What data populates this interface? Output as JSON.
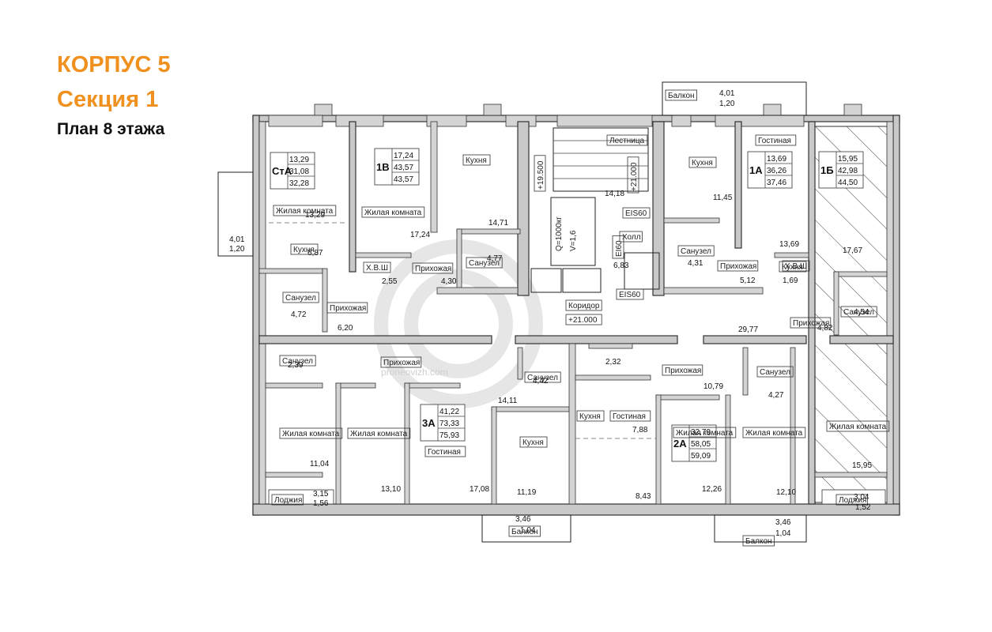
{
  "header": {
    "building": "КОРПУС 5",
    "section": "Секция 1",
    "plan": "План 8 этажа"
  },
  "watermark": "proneovizh.com",
  "colors": {
    "heading_accent": "#f0901e"
  },
  "apartments": [
    {
      "code": "СтА",
      "areas": [
        "13,29",
        "31,08",
        "32,28"
      ]
    },
    {
      "code": "1В",
      "areas": [
        "17,24",
        "43,57",
        "43,57"
      ]
    },
    {
      "code": "1А",
      "areas": [
        "13,69",
        "36,26",
        "37,46"
      ]
    },
    {
      "code": "1Б",
      "areas": [
        "15,95",
        "42,98",
        "44,50"
      ]
    },
    {
      "code": "3А",
      "areas": [
        "41,22",
        "73,33",
        "75,93"
      ]
    },
    {
      "code": "2А",
      "areas": [
        "32,79",
        "58,05",
        "59,09"
      ]
    }
  ],
  "room_labels": [
    "Жилая комната",
    "Кухня",
    "Санузел",
    "Прихожая",
    "Жилая комната",
    "Кухня",
    "Прихожая",
    "Санузел",
    "Лестница",
    "Холл",
    "Коридор",
    "Кухня",
    "Гостиная",
    "Санузел",
    "Прихожая",
    "Кухня",
    "Санузел",
    "Прихожая",
    "Санузел",
    "Прихожая",
    "Жилая комната",
    "Жилая комната",
    "Гостиная",
    "Кухня",
    "Санузел",
    "Кухня",
    "Гостиная",
    "Прихожая",
    "Жилая комната",
    "Санузел",
    "Жилая комната",
    "Жилая комната",
    "Лоджия",
    "Лоджия",
    "Балкон",
    "Балкон",
    "Балкон",
    "Х.В.Ш",
    "Х.В.Ш",
    "EIS60",
    "EIS60",
    "EI60",
    "+21.000",
    "+19.500",
    "+21.000"
  ],
  "room_areas": [
    "13,29",
    "6,87",
    "4,72",
    "6,20",
    "17,24",
    "14,71",
    "2,55",
    "4,30",
    "4,77",
    "14,18",
    "6,83",
    "11,45",
    "13,69",
    "4,31",
    "5,12",
    "1,69",
    "17,67",
    "4,54",
    "4,82",
    "29,77",
    "2,39",
    "11,04",
    "13,10",
    "17,08",
    "14,11",
    "4,42",
    "11,19",
    "2,32",
    "7,88",
    "8,43",
    "10,79",
    "4,27",
    "12,26",
    "12,10",
    "15,95",
    "3,15",
    "1,56",
    "3,04",
    "1,52",
    "3,46",
    "1,04",
    "3,46",
    "1,04",
    "4,01",
    "1,20",
    "4,01",
    "1,20"
  ],
  "elevator": {
    "q": "Q=1000кг",
    "v": "V=1,6"
  }
}
